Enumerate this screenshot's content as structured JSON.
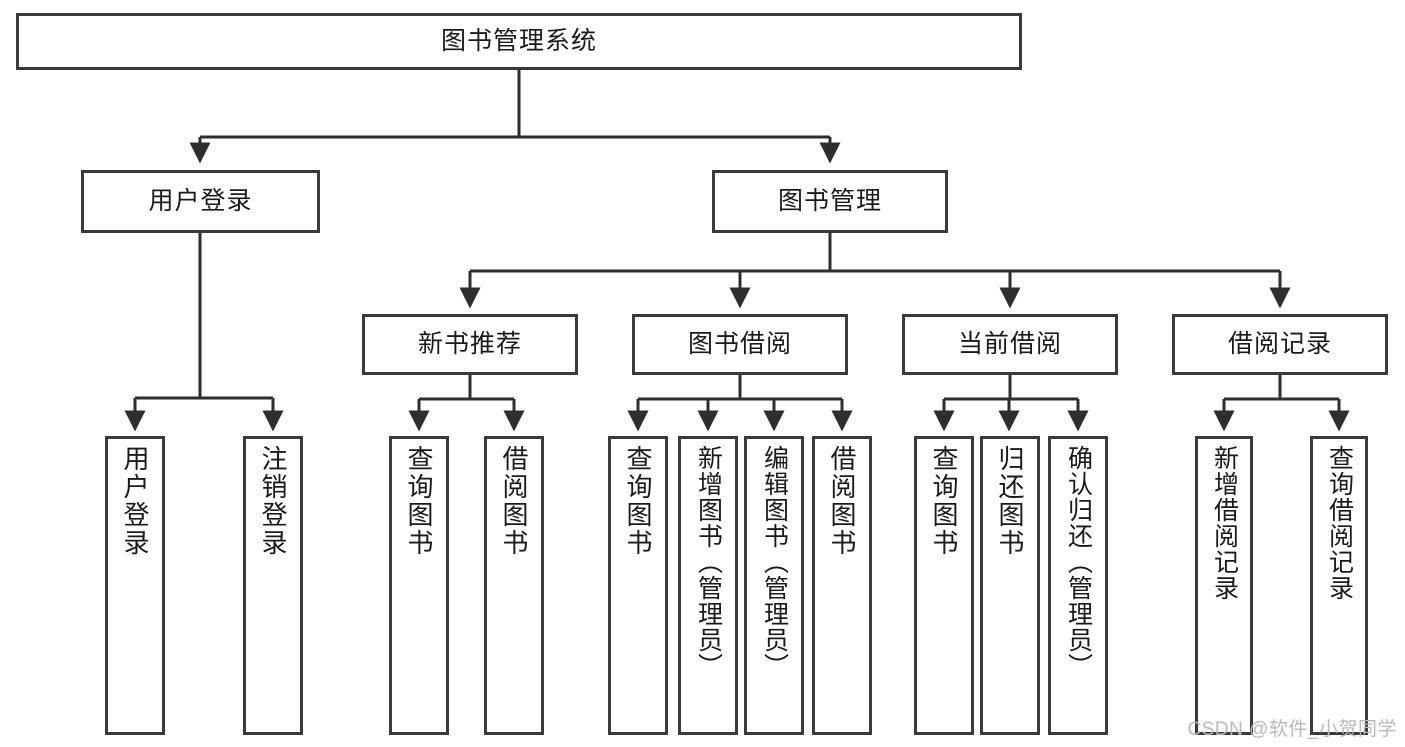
{
  "diagram": {
    "type": "tree",
    "title": "图书管理系统",
    "root": {
      "label": "图书管理系统"
    },
    "level1": [
      {
        "label": "用户登录"
      },
      {
        "label": "图书管理"
      }
    ],
    "level2": [
      {
        "label": "新书推荐"
      },
      {
        "label": "图书借阅"
      },
      {
        "label": "当前借阅"
      },
      {
        "label": "借阅记录"
      }
    ],
    "leaves": {
      "user_login": [
        {
          "label": "用户登录"
        },
        {
          "label": "注销登录"
        }
      ],
      "new_book_recommend": [
        {
          "label": "查询图书"
        },
        {
          "label": "借阅图书"
        }
      ],
      "book_borrow": [
        {
          "label": "查询图书"
        },
        {
          "label": "新增图书（管理员）"
        },
        {
          "label": "编辑图书（管理员）"
        },
        {
          "label": "借阅图书"
        }
      ],
      "current_borrow": [
        {
          "label": "查询图书"
        },
        {
          "label": "归还图书"
        },
        {
          "label": "确认归还（管理员）"
        }
      ],
      "borrow_record": [
        {
          "label": "新增借阅记录"
        },
        {
          "label": "查询借阅记录"
        }
      ]
    }
  },
  "watermark": {
    "text": "CSDN @软件_小贺同学"
  },
  "colors": {
    "border": "#3a3a3a",
    "background": "#ffffff",
    "text": "#1a1a1a",
    "watermark": "#b9b9b9"
  }
}
